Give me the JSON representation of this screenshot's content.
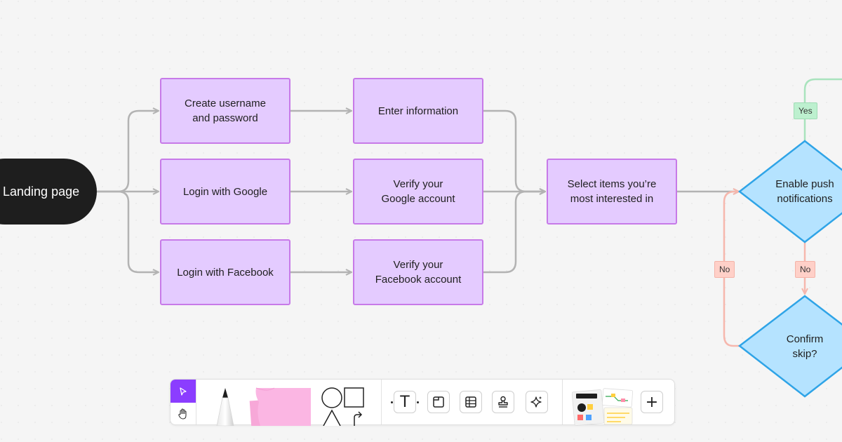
{
  "start_node": {
    "label": "Landing page"
  },
  "column1": [
    {
      "label": "Create username\nand password"
    },
    {
      "label": "Login with Google"
    },
    {
      "label": "Login with Facebook"
    }
  ],
  "column2": [
    {
      "label": "Enter information"
    },
    {
      "label": "Verify your\nGoogle account"
    },
    {
      "label": "Verify your\nFacebook account"
    }
  ],
  "merge_node": {
    "label": "Select items you’re\nmost interested in"
  },
  "decisions": [
    {
      "label": "Enable push\nnotifications"
    },
    {
      "label": "Confirm\nskip?"
    }
  ],
  "branch_tags": {
    "yes": "Yes",
    "no_down": "No",
    "no_loop": "No"
  },
  "toolbar": {
    "tools": [
      {
        "icon": "select-pointer-icon",
        "active": true
      },
      {
        "icon": "hand-icon"
      },
      {
        "icon": "pen-icon"
      },
      {
        "icon": "sticky-note-icon"
      },
      {
        "icon": "shapes-icon"
      },
      {
        "icon": "text-icon"
      },
      {
        "icon": "frame-icon"
      },
      {
        "icon": "table-icon"
      },
      {
        "icon": "stamp-icon"
      },
      {
        "icon": "sparkle-icon"
      },
      {
        "icon": "templates-icon"
      },
      {
        "icon": "plus-icon"
      }
    ],
    "text_tool_glyph": "T",
    "plus_glyph": "+"
  },
  "colors": {
    "background": "#f5f5f5",
    "process_fill": "#e4cbff",
    "process_border": "#c77ae8",
    "decision_fill": "#b5e3ff",
    "decision_border": "#2fa4e7",
    "connector": "#b3b3b3",
    "yes_line": "#a9e3bd",
    "no_line": "#f6b7ad",
    "accent": "#8b3dff",
    "start_fill": "#1e1e1e"
  }
}
